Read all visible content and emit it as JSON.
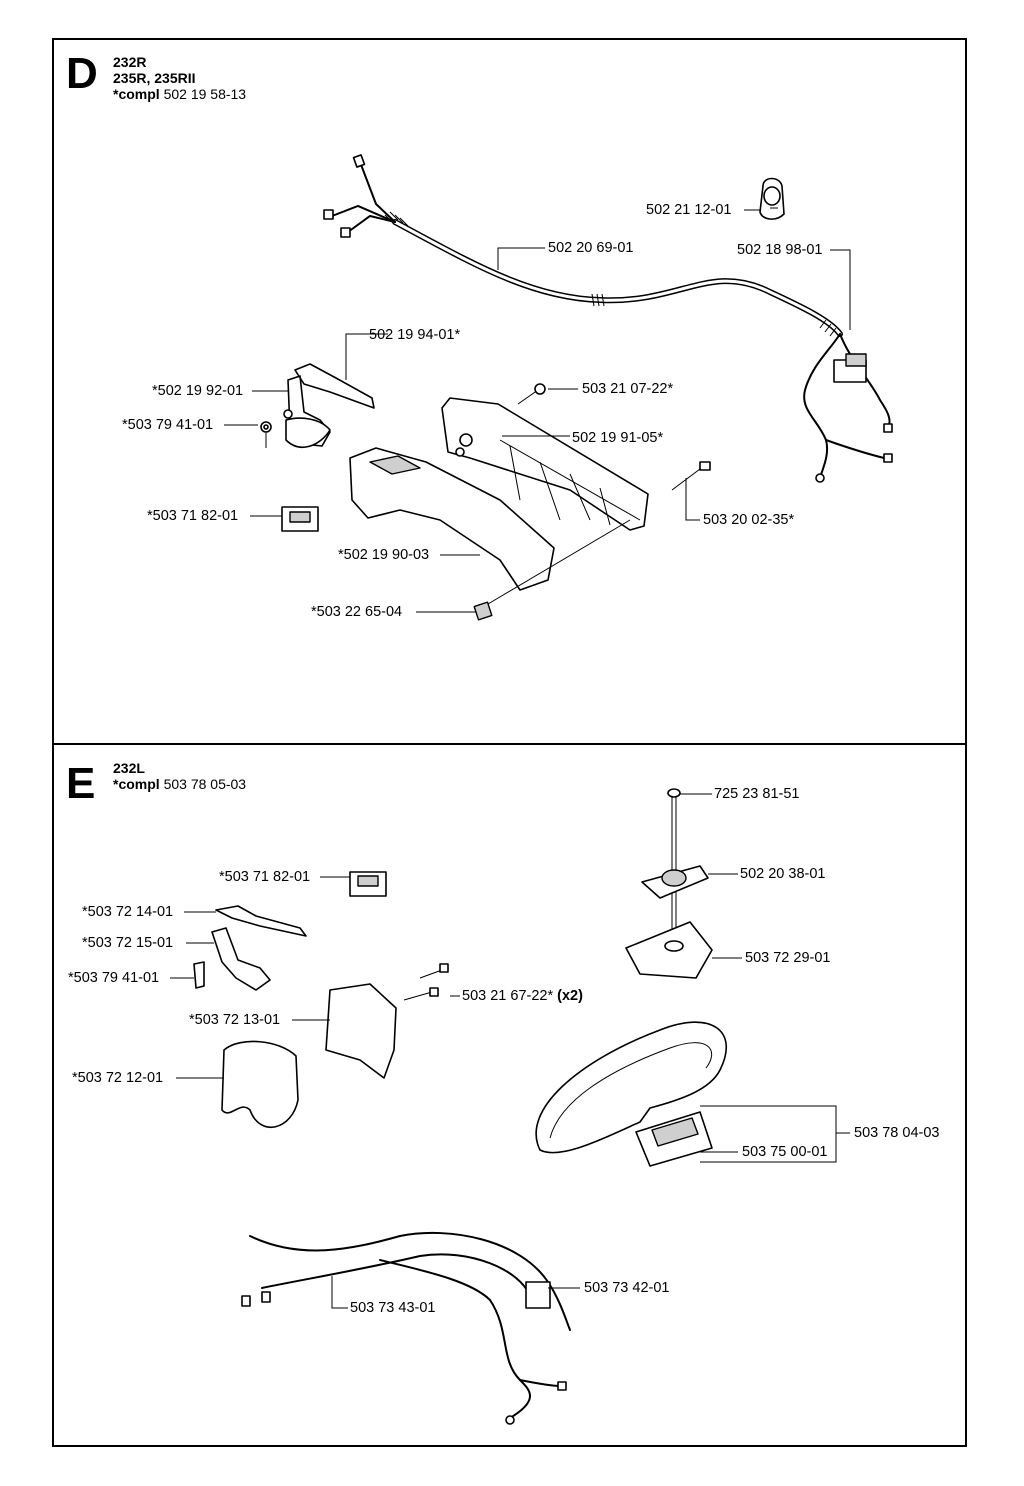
{
  "sectionD": {
    "letter": "D",
    "models": [
      "232R",
      "235R, 235RII"
    ],
    "compl_prefix": "*compl",
    "compl_number": "502 19 58-13",
    "labels": {
      "harness_clip": "502 21 12-01",
      "cable": "502 20 69-01",
      "wire_harness": "502 18 98-01",
      "lock_lever": "502 19 94-01*",
      "throttle_trigger": "*502 19 92-01",
      "spring": "*503 79 41-01",
      "screw_upper": "503 21 07-22*",
      "handle_half_upper": "502 19 91-05*",
      "switch": "*503 71 82-01",
      "screw_lower": "503 20 02-35*",
      "handle_half_lower": "*502 19 90-03",
      "nut": "*503 22 65-04"
    }
  },
  "sectionE": {
    "letter": "E",
    "models": [
      "232L"
    ],
    "compl_prefix": "*compl",
    "compl_number": "503 78 05-03",
    "labels": {
      "bolt": "725 23 81-51",
      "knob": "502 20 38-01",
      "clamp": "503 72 29-01",
      "switch": "*503 71 82-01",
      "lock_lever": "*503 72 14-01",
      "throttle_trigger": "*503 72 15-01",
      "spring": "*503 79 41-01",
      "screws": "503 21 67-22*",
      "screws_qty": "(x2)",
      "handle_half_inner": "*503 72 13-01",
      "handle_half_outer": "*503 72 12-01",
      "loop_handle_assy": "503 78 04-03",
      "bracket": "503 75 00-01",
      "cable": "503 73 42-01",
      "wire_harness": "503 73 43-01"
    }
  }
}
